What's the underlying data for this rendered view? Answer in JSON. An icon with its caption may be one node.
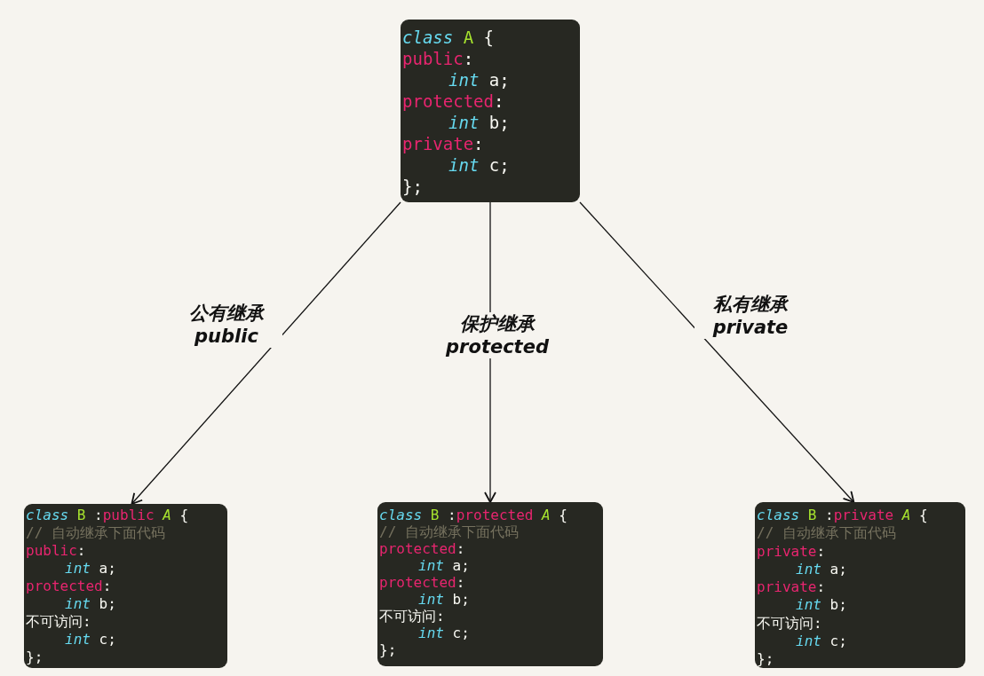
{
  "diagram": {
    "nodes": [
      {
        "text": [
          "class A {",
          "public:",
          "int a;",
          "protected:",
          "int b;",
          "private:",
          "int c;",
          "};"
        ]
      },
      {
        "text": [
          "class B :public A {",
          "// 自动继承下面代码",
          "public:",
          "int a;",
          "protected:",
          "int b;",
          "不可访问:",
          "int c;",
          "};"
        ]
      },
      {
        "text": [
          "class B :protected A {",
          "// 自动继承下面代码",
          "protected:",
          "int a;",
          "protected:",
          "int b;",
          "不可访问:",
          "int c;",
          "};"
        ]
      },
      {
        "text": [
          "class B :private A {",
          "// 自动继承下面代码",
          "private:",
          "int a;",
          "private:",
          "int b;",
          "不可访问:",
          "int c;",
          "};"
        ]
      }
    ],
    "edges": [
      {
        "from": 0,
        "to": 1,
        "arrow": "to",
        "label": "公有继承 public"
      },
      {
        "from": 0,
        "to": 2,
        "arrow": "to",
        "label": "保护继承 protected"
      },
      {
        "from": 0,
        "to": 3,
        "arrow": "to",
        "label": "私有继承 private"
      }
    ]
  }
}
